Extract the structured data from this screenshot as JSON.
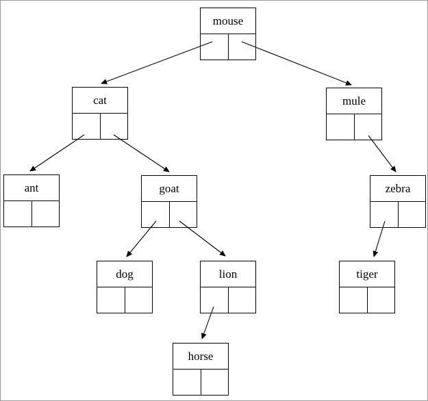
{
  "diagram": {
    "type": "binary-tree",
    "line_color": "#000000",
    "box_border_color": "#000000",
    "background_color": "#ffffff"
  },
  "nodes": [
    {
      "id": "mouse",
      "label": "mouse"
    },
    {
      "id": "cat",
      "label": "cat"
    },
    {
      "id": "mule",
      "label": "mule"
    },
    {
      "id": "ant",
      "label": "ant"
    },
    {
      "id": "goat",
      "label": "goat"
    },
    {
      "id": "zebra",
      "label": "zebra"
    },
    {
      "id": "dog",
      "label": "dog"
    },
    {
      "id": "lion",
      "label": "lion"
    },
    {
      "id": "tiger",
      "label": "tiger"
    },
    {
      "id": "horse",
      "label": "horse"
    }
  ],
  "edges": [
    {
      "from": "mouse",
      "side": "left",
      "to": "cat"
    },
    {
      "from": "mouse",
      "side": "right",
      "to": "mule"
    },
    {
      "from": "cat",
      "side": "left",
      "to": "ant"
    },
    {
      "from": "cat",
      "side": "right",
      "to": "goat"
    },
    {
      "from": "mule",
      "side": "right",
      "to": "zebra"
    },
    {
      "from": "goat",
      "side": "left",
      "to": "dog"
    },
    {
      "from": "goat",
      "side": "right",
      "to": "lion"
    },
    {
      "from": "zebra",
      "side": "left",
      "to": "tiger"
    },
    {
      "from": "lion",
      "side": "left",
      "to": "horse"
    }
  ]
}
